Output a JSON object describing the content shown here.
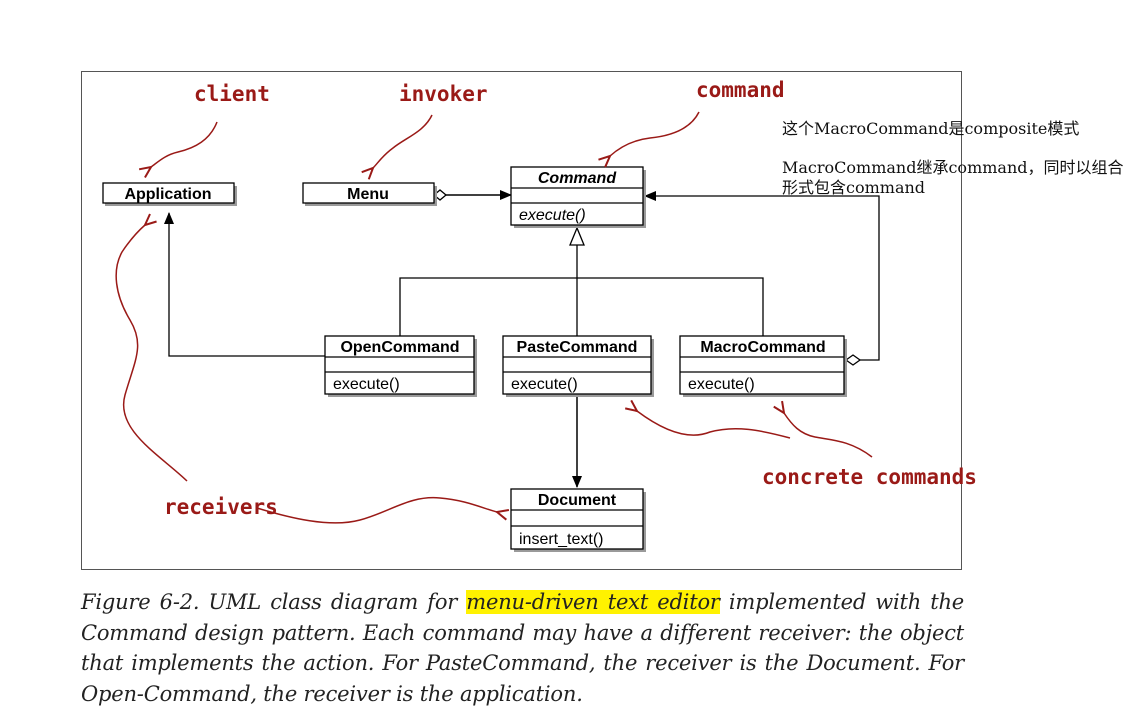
{
  "classes": {
    "application": {
      "name": "Application"
    },
    "menu": {
      "name": "Menu"
    },
    "command": {
      "name": "Command",
      "operation": "execute()"
    },
    "open_command": {
      "name": "OpenCommand",
      "operation": "execute()"
    },
    "paste_command": {
      "name": "PasteCommand",
      "operation": "execute()"
    },
    "macro_command": {
      "name": "MacroCommand",
      "operation": "execute()"
    },
    "document": {
      "name": "Document",
      "operation": "insert_text()"
    }
  },
  "annotations": {
    "client": "client",
    "invoker": "invoker",
    "command": "command",
    "concrete_commands": "concrete commands",
    "receivers": "receivers"
  },
  "notes": {
    "line1": "这个MacroCommand是composite模式",
    "line2": "MacroCommand继承command，同时以组合",
    "line3": "形式包含command"
  },
  "caption": {
    "before": "Figure 6-2. UML class diagram for ",
    "highlight": "menu-driven text editor",
    "after": " implemented with the Command design pattern. Each command may have a different receiver: the object that implements the action. For PasteCommand, the receiver is the Document. For Open-Command, the receiver is the application."
  },
  "colors": {
    "annotation": "#9a1a17",
    "highlight": "#fff200",
    "line": "#000000"
  }
}
